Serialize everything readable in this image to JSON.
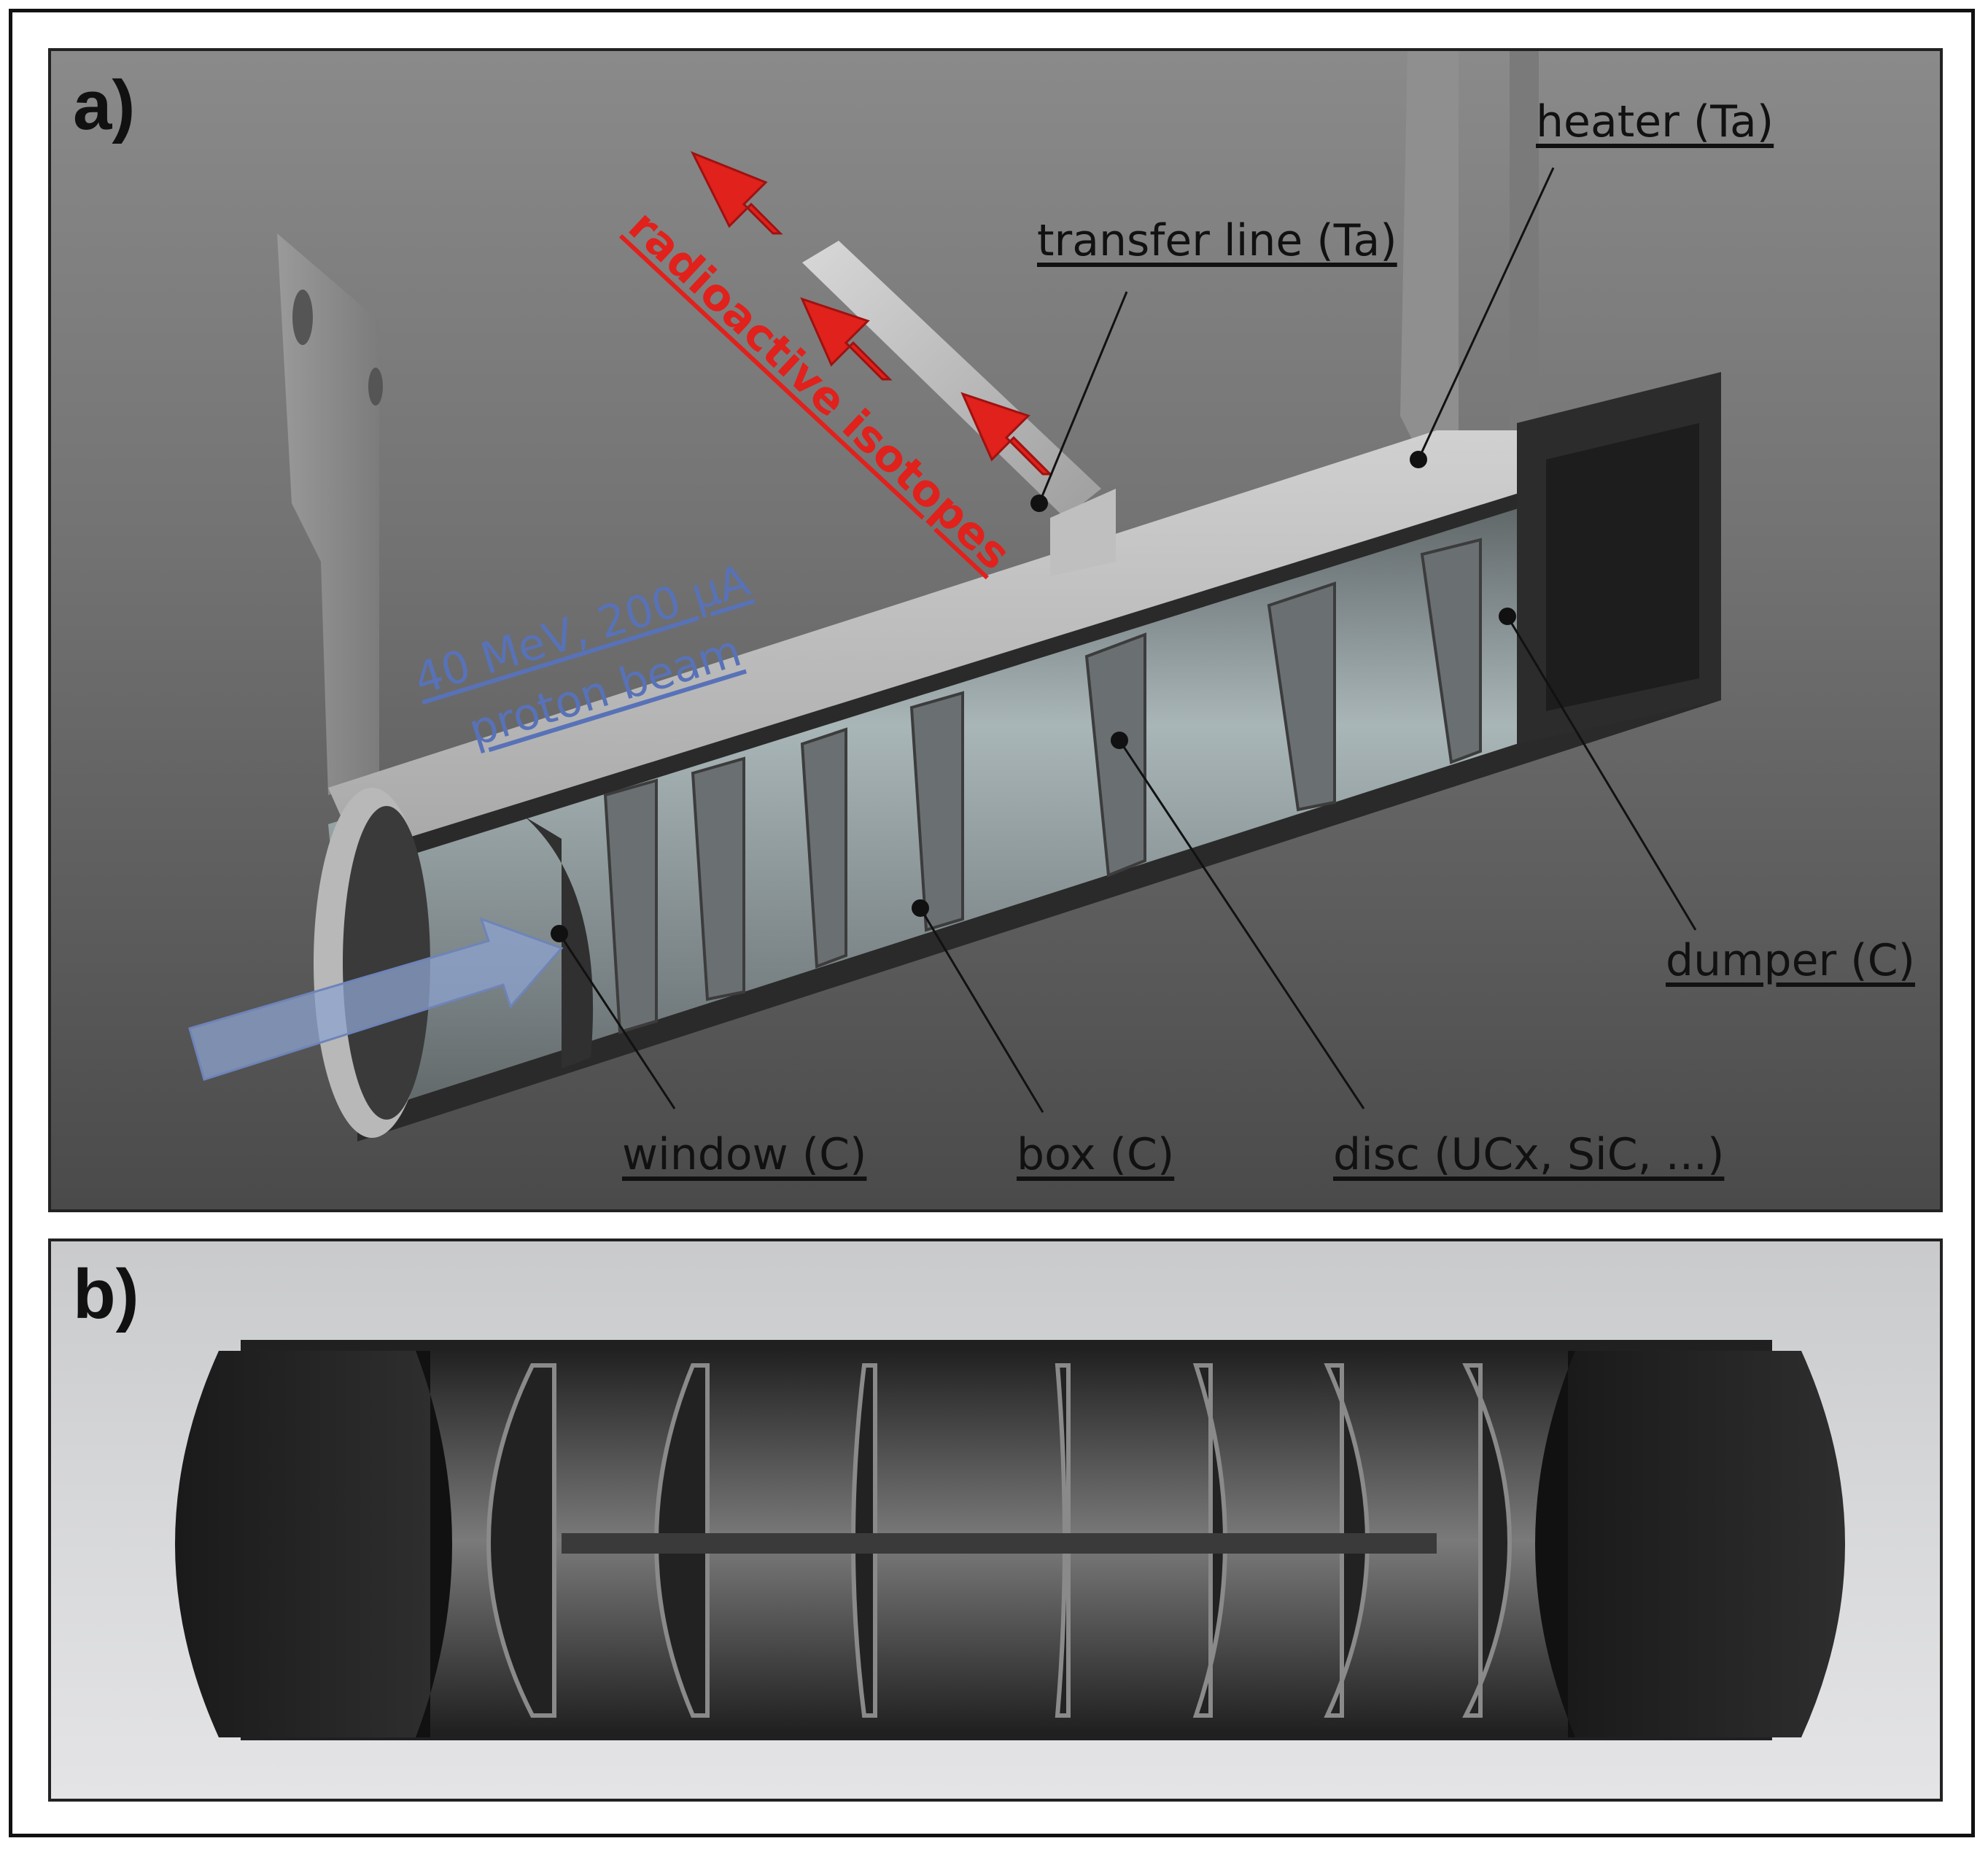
{
  "panel_a": {
    "letter": "a)",
    "labels": {
      "heater": "heater (Ta)",
      "transfer_line": "transfer line (Ta)",
      "dumper": "dumper (C)",
      "window": "window (C)",
      "box": "box (C)",
      "disc": "disc (UCx, SiC, ...)"
    },
    "beam_line1": "40 MeV, 200 μA",
    "beam_line2": "proton beam",
    "isotopes": "radioactive isotopes",
    "colors": {
      "beam": "#5872b8",
      "isotopes": "#e0211c"
    }
  },
  "panel_b": {
    "letter": "b)"
  }
}
